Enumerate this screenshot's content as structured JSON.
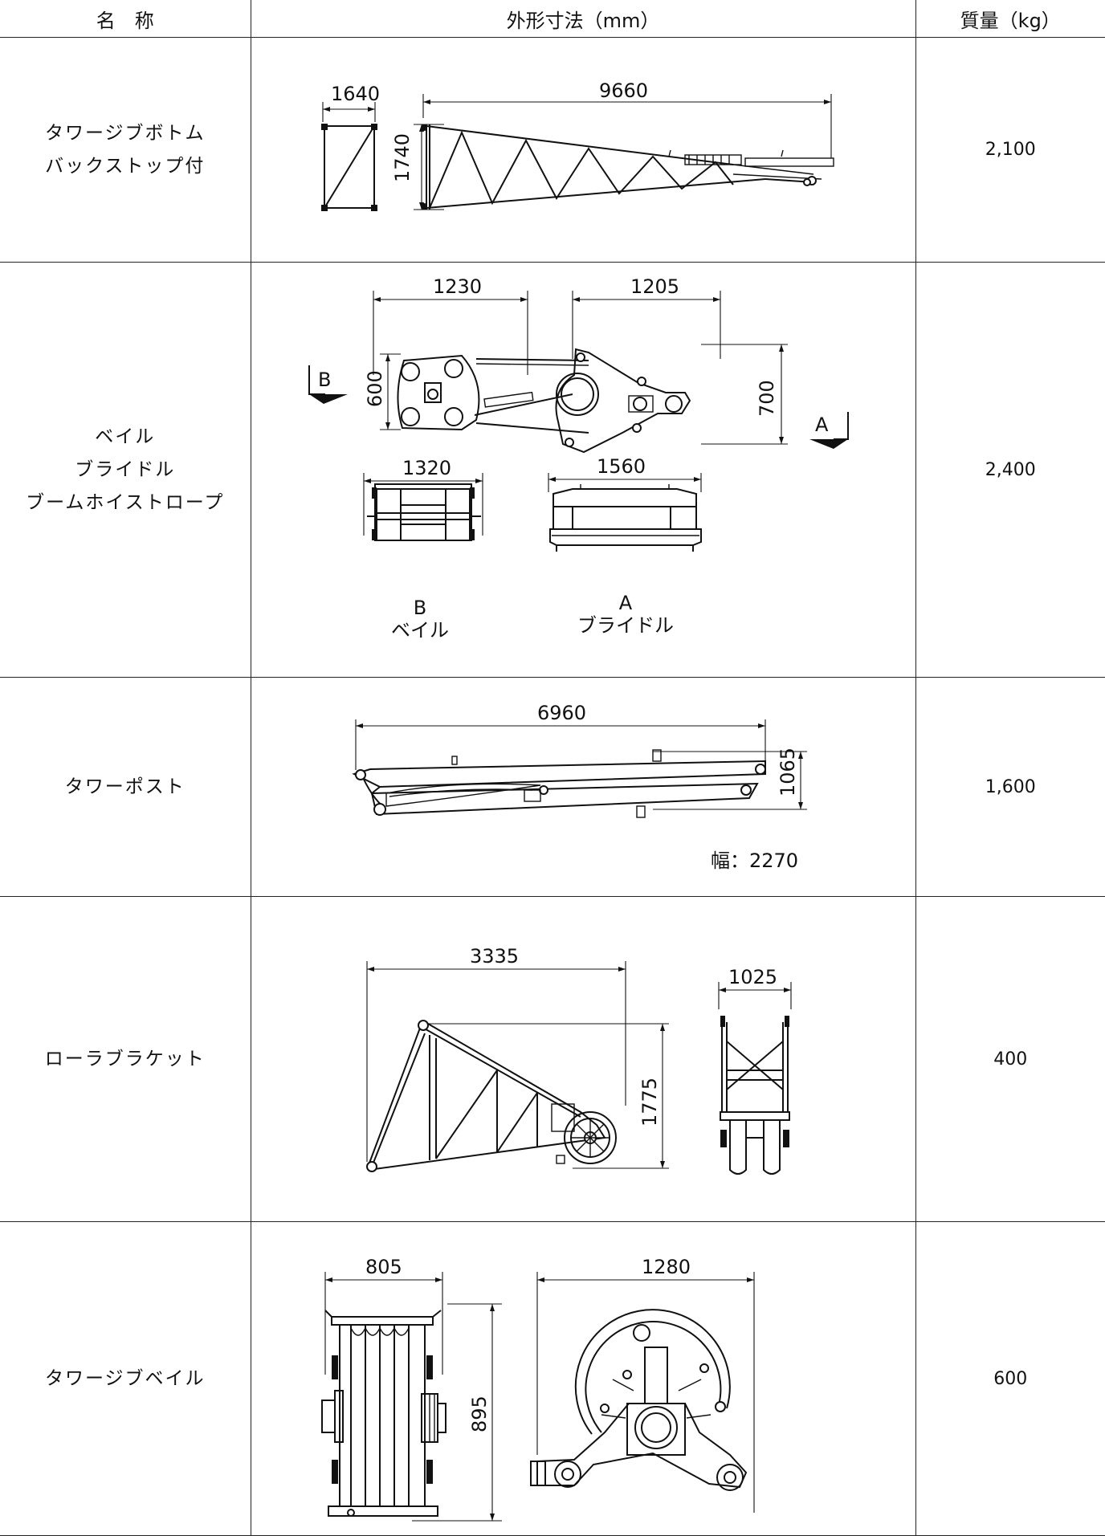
{
  "headers": {
    "name": "名　称",
    "dims": "外形寸法（mm）",
    "mass": "質量（kg）"
  },
  "rows": [
    {
      "name": [
        "タワージブボトム",
        "バックストップ付"
      ],
      "mass": "2,100",
      "dims": [
        "1640",
        "9660",
        "1740"
      ]
    },
    {
      "name": [
        "ベイル",
        "ブライドル",
        "ブームホイストロープ"
      ],
      "mass": "2,400",
      "dims": [
        "1230",
        "1205",
        "600",
        "700",
        "1320",
        "1560"
      ],
      "view_labels": [
        "B",
        "A"
      ],
      "captions": {
        "b_letter": "B",
        "b_name": "ベイル",
        "a_letter": "A",
        "a_name": "ブライドル"
      }
    },
    {
      "name": [
        "タワーポスト"
      ],
      "mass": "1,600",
      "dims": [
        "6960",
        "1065"
      ],
      "note": "幅：2270"
    },
    {
      "name": [
        "ローラブラケット"
      ],
      "mass": "400",
      "dims": [
        "3335",
        "1775",
        "1025"
      ]
    },
    {
      "name": [
        "タワージブベイル"
      ],
      "mass": "600",
      "dims": [
        "805",
        "895",
        "1280"
      ]
    }
  ]
}
